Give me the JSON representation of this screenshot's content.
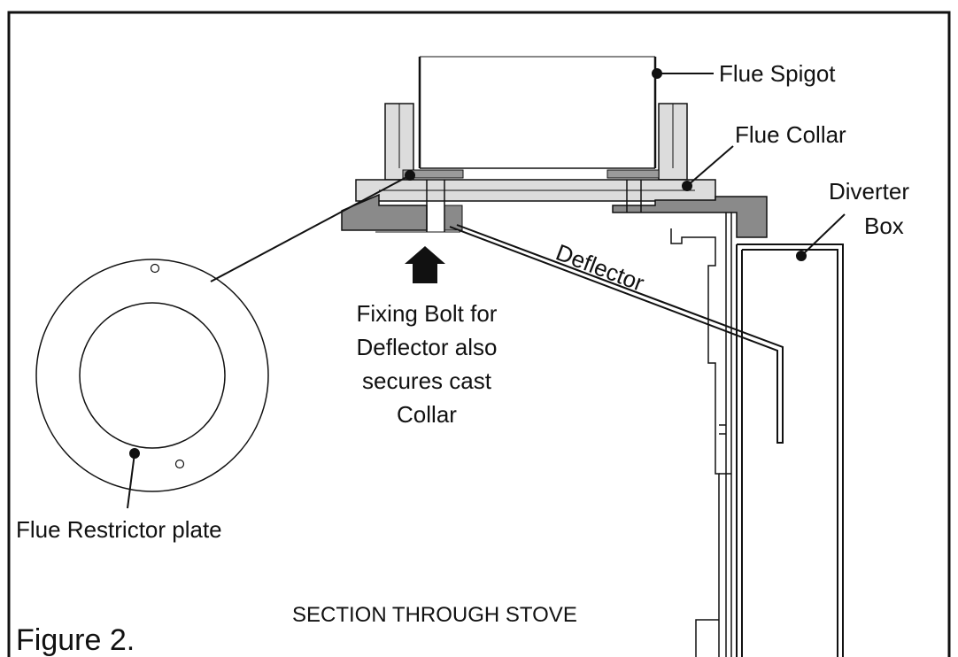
{
  "labels": {
    "flue_spigot": "Flue Spigot",
    "flue_collar": "Flue Collar",
    "diverter_box_line1": "Diverter",
    "diverter_box_line2": "Box",
    "deflector": "Deflector",
    "fixing_bolt_line1": "Fixing Bolt for",
    "fixing_bolt_line2": "Deflector also",
    "fixing_bolt_line3": "secures cast",
    "fixing_bolt_line4": "Collar",
    "flue_restrictor_plate": "Flue Restrictor plate",
    "section_caption": "SECTION THROUGH STOVE",
    "figure_caption": "Figure 2."
  },
  "colors": {
    "light_gray_part": "#dcdcdc",
    "mid_gray_part": "#9a9a9a",
    "dark_gray_part": "#8a8a8a",
    "line": "#111111"
  }
}
